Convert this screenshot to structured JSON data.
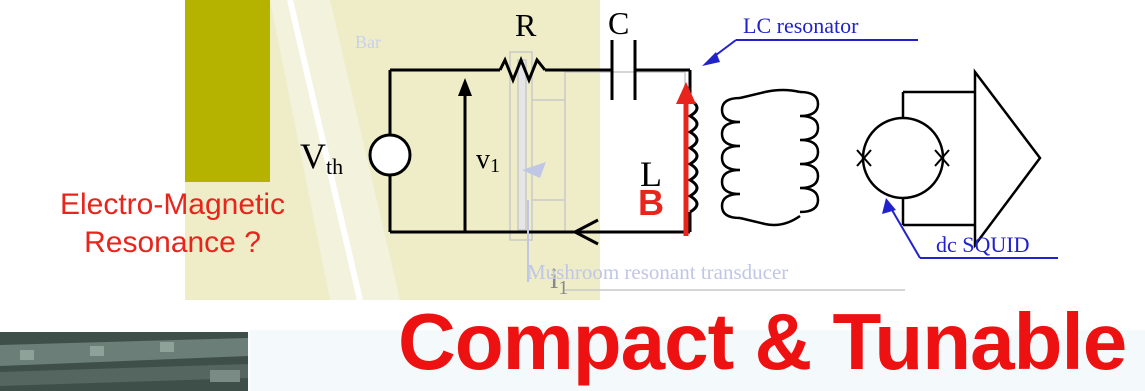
{
  "diagram": {
    "bar_label": "Bar",
    "resistor_label": "R",
    "capacitor_label": "C",
    "inductor_label": "L",
    "source_label_main": "V",
    "source_label_sub": "th",
    "voltage_label_main": "v",
    "voltage_label_sub": "1",
    "current_label_main": "i",
    "current_label_sub": "1",
    "field_label": "B",
    "lc_resonator_label": "LC resonator",
    "squid_label": "dc SQUID",
    "transducer_label": "Mushroom resonant transducer"
  },
  "overlay": {
    "em_line1": "Electro-Magnetic",
    "em_line2": "Resonance ?",
    "headline": "Compact & Tunable"
  },
  "colors": {
    "bar_olive": "#b5b300",
    "bar_pale": "#eeedc8",
    "accent_red": "#e8241c",
    "annotation_blue": "#2222cc",
    "wire": "#000000"
  }
}
